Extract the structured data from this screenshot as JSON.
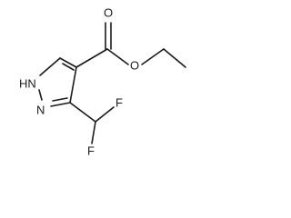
{
  "molecule": {
    "atoms": {
      "nh": "HN",
      "n": "N",
      "o_carbonyl": "O",
      "o_ester": "O",
      "f_top": "F",
      "f_bottom": "F"
    }
  }
}
